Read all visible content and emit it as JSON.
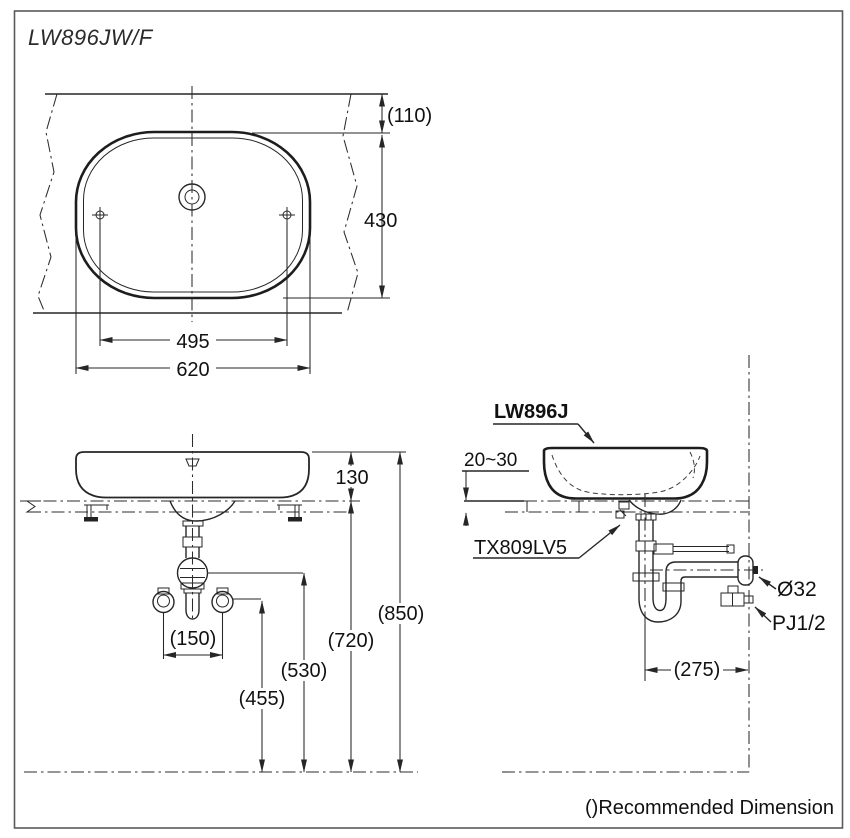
{
  "sheet": {
    "title": "LW896JW/F",
    "footnote": "()Recommended Dimension"
  },
  "colors": {
    "line": "#262626",
    "background": "#ffffff",
    "border": "#5a5a5a"
  },
  "top_view": {
    "dim_counter_offset": "(110)",
    "dim_depth": "430",
    "dim_hole_spacing": "495",
    "dim_width": "620"
  },
  "front_view": {
    "dim_basin_height": "130",
    "dim_stop_spacing": "(150)",
    "dim_stop_height": "(455)",
    "dim_trap_height": "(530)",
    "dim_counter_height": "(720)",
    "dim_rim_height": "(850)"
  },
  "side_view": {
    "label_product": "LW896J",
    "dim_counter_thickness": "20~30",
    "label_drain_fitting": "TX809LV5",
    "label_outlet_diameter": "Ø32",
    "label_supply_connection": "PJ1/2",
    "dim_trap_to_wall": "(275)"
  }
}
